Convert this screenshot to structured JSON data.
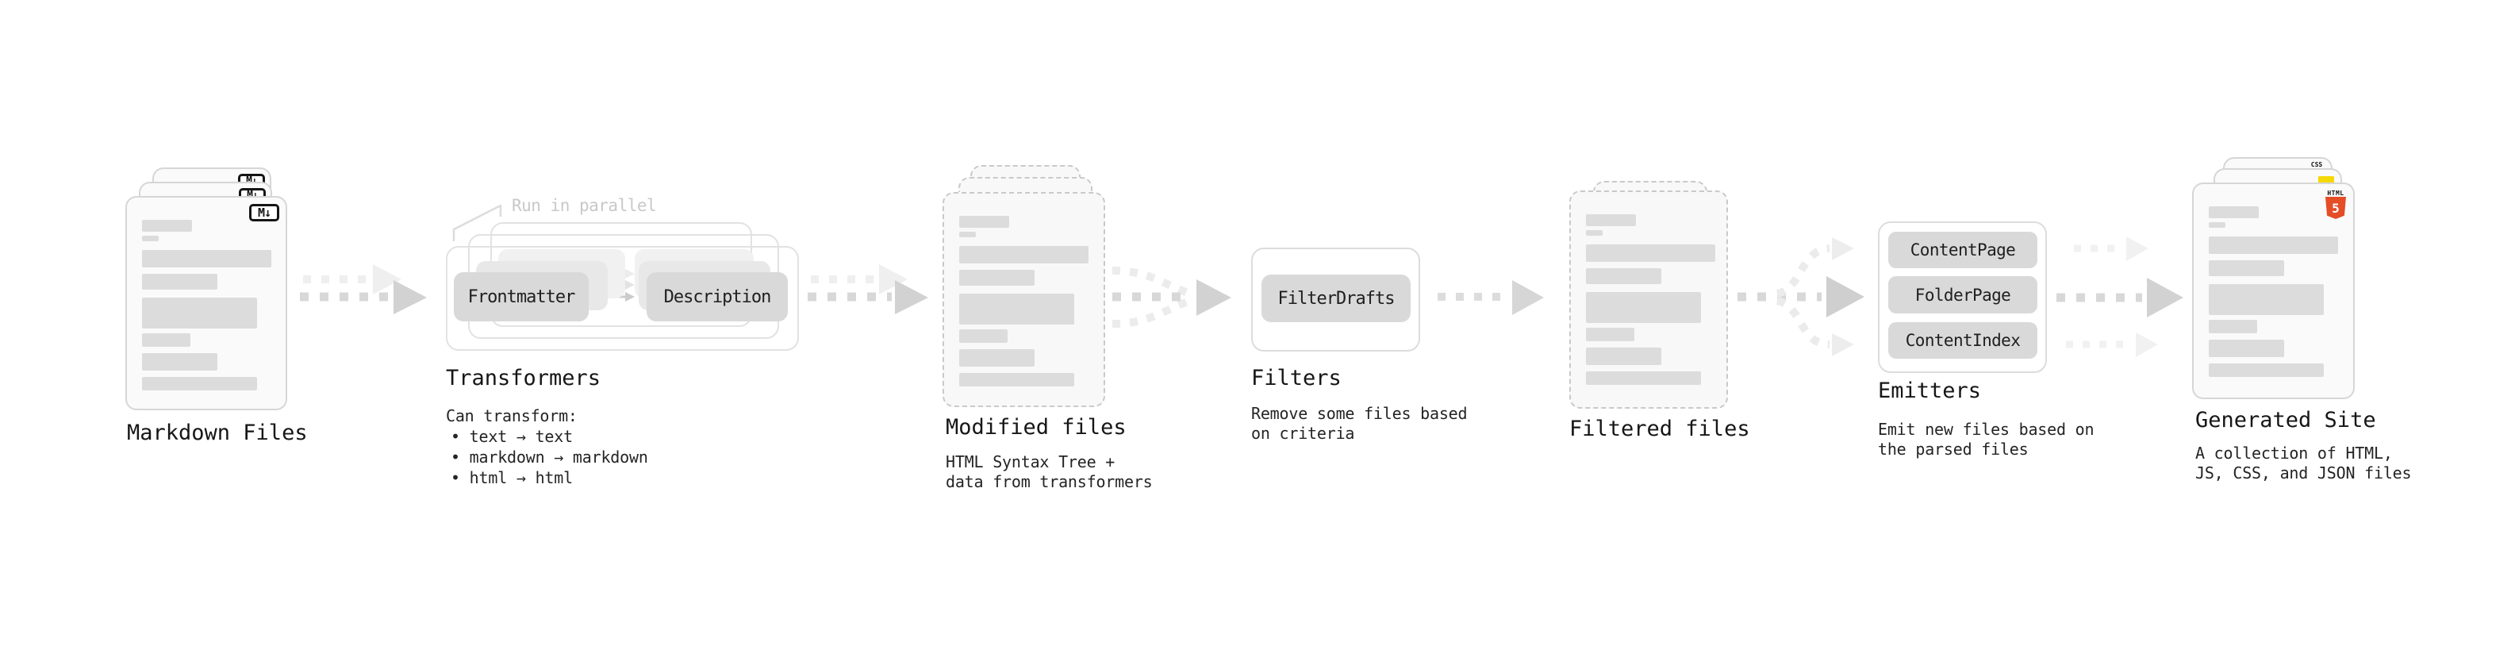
{
  "stages": {
    "markdown_files": {
      "label": "Markdown Files",
      "file_badge": "M↓"
    },
    "transformers": {
      "label": "Transformers",
      "annotation": "Run in parallel",
      "input_pill": "Frontmatter",
      "output_pill": "Description",
      "description_title": "Can transform:",
      "bullets": [
        "• text → text",
        "• markdown → markdown",
        "• html → html"
      ]
    },
    "modified_files": {
      "label": "Modified files",
      "description_lines": [
        "HTML Syntax Tree +",
        "data from transformers"
      ]
    },
    "filters": {
      "label": "Filters",
      "pill": "FilterDrafts",
      "description_lines": [
        "Remove some files based",
        "on criteria"
      ]
    },
    "filtered_files": {
      "label": "Filtered files"
    },
    "emitters": {
      "label": "Emitters",
      "pills": [
        "ContentPage",
        "FolderPage",
        "ContentIndex"
      ],
      "description_lines": [
        "Emit new files based on",
        "the parsed files"
      ]
    },
    "generated_site": {
      "label": "Generated Site",
      "description_lines": [
        "A collection of HTML,",
        "JS, CSS, and JSON files"
      ],
      "badges": {
        "html_label": "HTML",
        "html_number": "5",
        "css_label": "CSS"
      }
    }
  },
  "colors": {
    "html5_orange": "#e44d26",
    "js_yellow": "#f5d906",
    "css_blue": "#2965f1",
    "pill_bg": "#d9d9d9",
    "card_border": "#d6d6d6",
    "dashed_border": "#c9c9c9",
    "arrow_main": "#d8d8d8",
    "arrow_light": "#efefef",
    "annotation_gray": "#c8c8c8"
  }
}
